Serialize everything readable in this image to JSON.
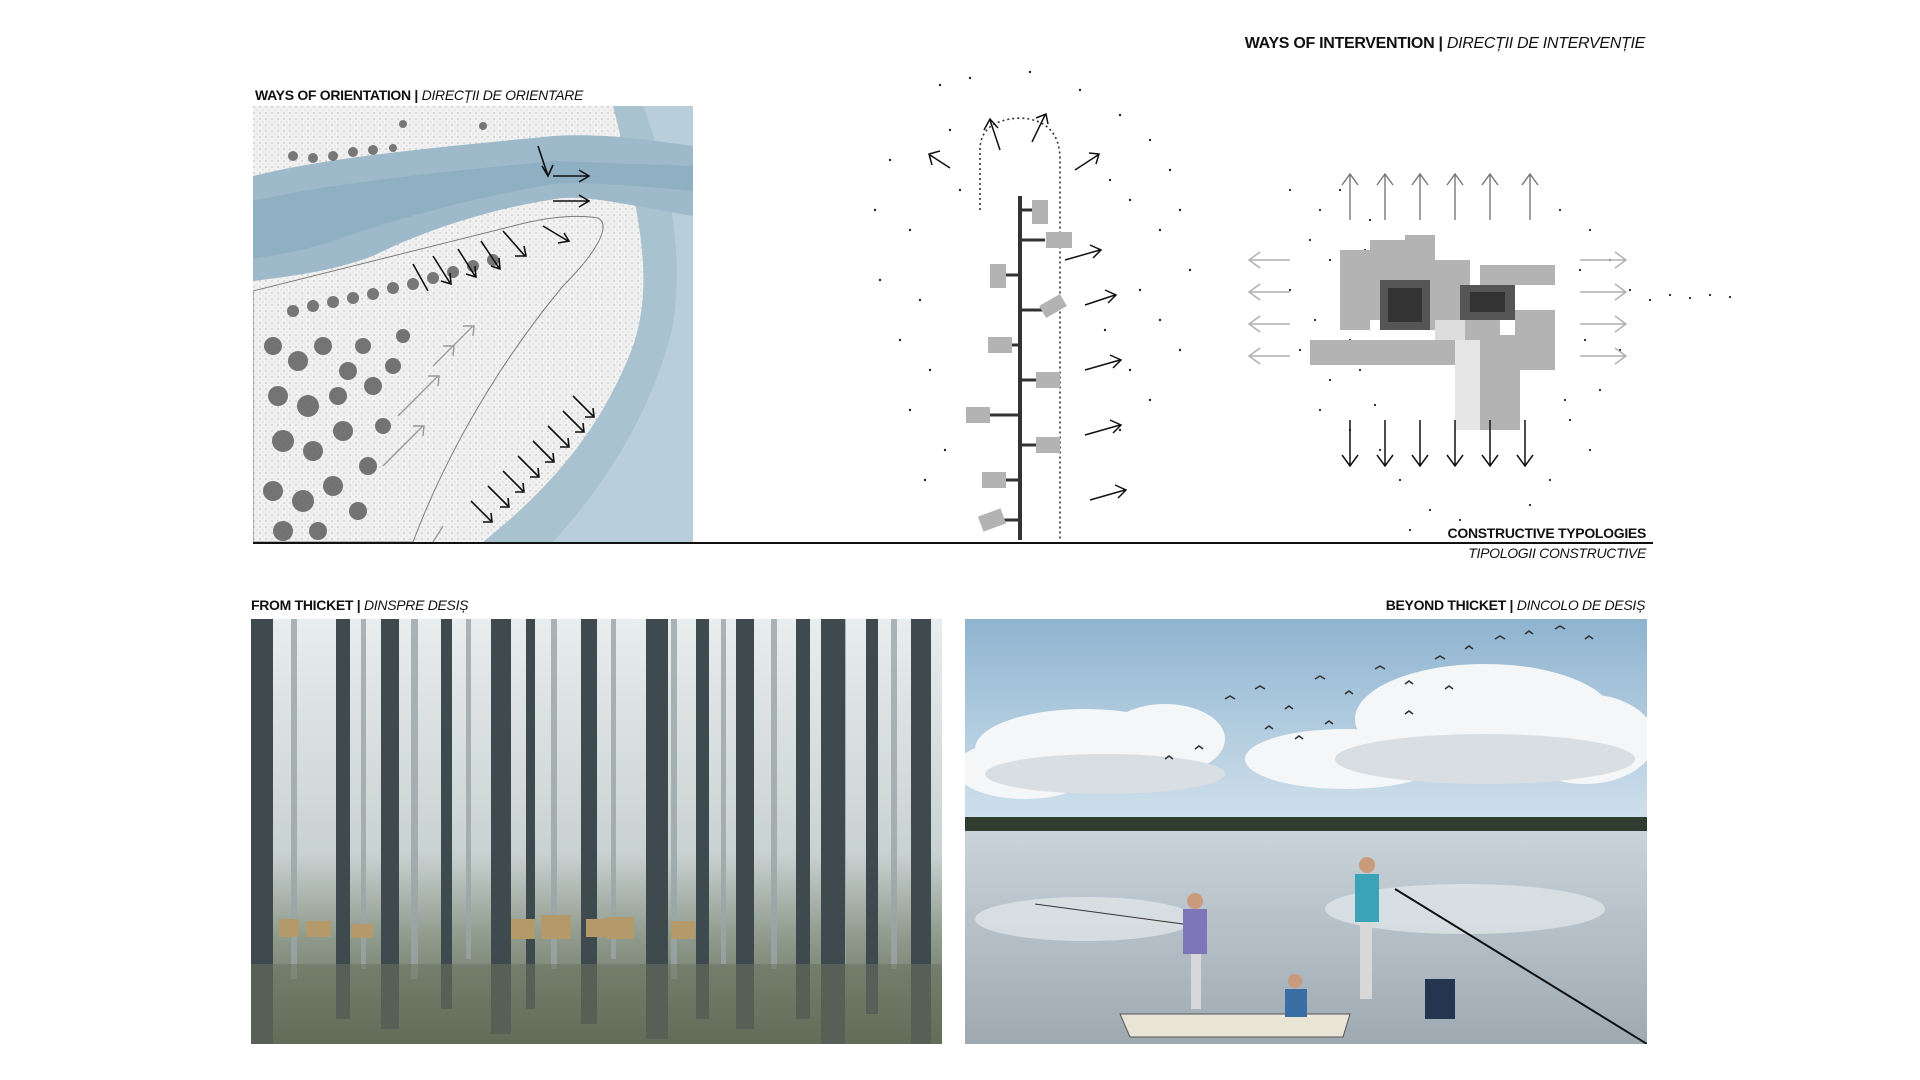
{
  "intervention": {
    "title": "WAYS OF INTERVENTION",
    "separator": "|",
    "subtitle": "DIRECȚII DE INTERVENȚIE"
  },
  "orientation": {
    "title": "WAYS OF ORIENTATION",
    "separator": "|",
    "subtitle": "DIRECȚII DE ORIENTARE"
  },
  "typologies": {
    "title": "CONSTRUCTIVE TYPOLOGIES",
    "subtitle": "TIPOLOGII CONSTRUCTIVE"
  },
  "from_thicket": {
    "title": "FROM THICKET",
    "separator": "|",
    "subtitle": "DINSPRE DESIȘ"
  },
  "beyond_thicket": {
    "title": "BEYOND THICKET",
    "separator": "|",
    "subtitle": "DINCOLO DE DESIȘ"
  },
  "colors": {
    "water": "#a9c2d0",
    "water_deep": "#8fb0c2",
    "sky": "#b9d3e6",
    "forest": "#4e5a5a",
    "ink": "#111111",
    "block_grey": "#b3b3b3"
  }
}
